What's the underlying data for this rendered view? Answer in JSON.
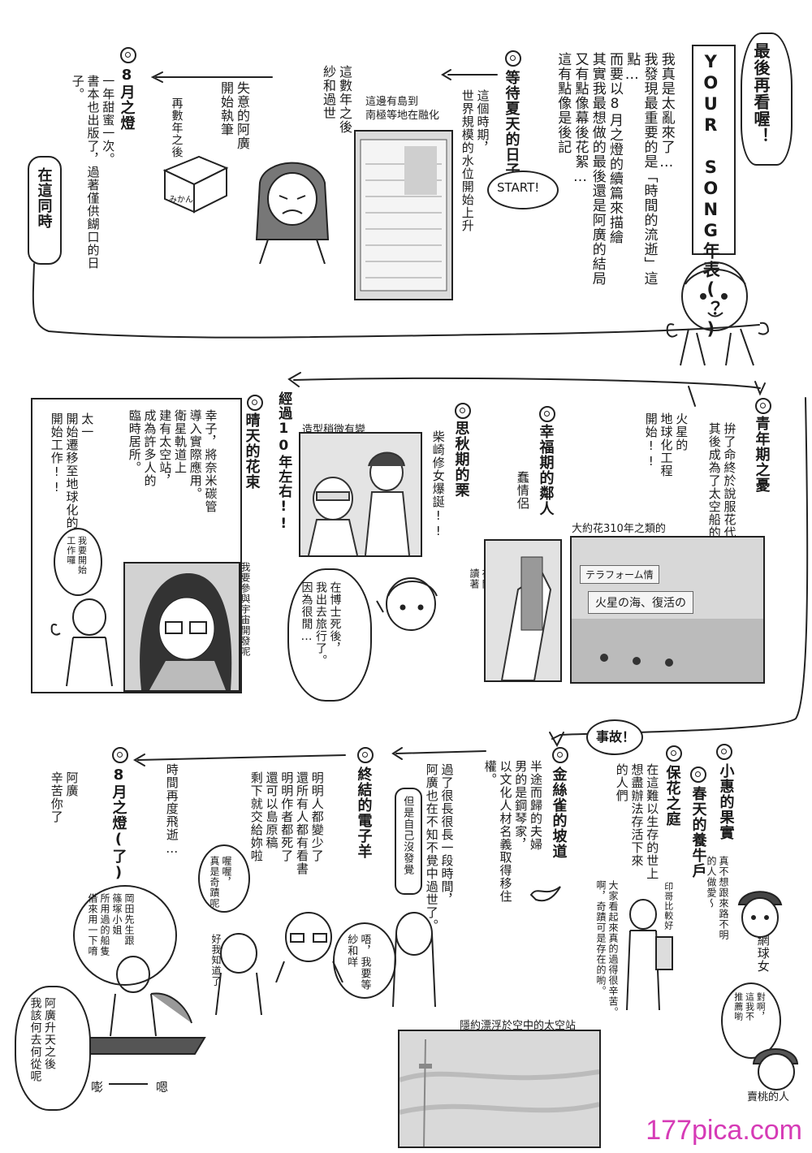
{
  "header": {
    "speech_last_look": "最後再看喔！",
    "title": "YOUR SONG年表(？)",
    "intro": [
      "這有點像是後記",
      "又有點像幕後花絮…",
      "其實我最想做的最後還是阿廣的結局",
      "而要以8月之燈的續篇來描繪",
      "我發現最重要的是「時間的流逝」這點…",
      "我真是太亂來了…"
    ]
  },
  "row1": {
    "waiting_summer": {
      "title": "等待夏天的日子",
      "body": [
        "這個時期，",
        "世界規模的水位開始上升"
      ]
    },
    "start_label": "START!",
    "panel_caption": [
      "這邊有島到",
      "南極等地在融化"
    ],
    "saya_death": [
      "這數年之後",
      "紗和過世"
    ],
    "disheartened": [
      "失意的阿廣",
      "開始執筆"
    ],
    "years_later": "再數年之後",
    "box_label": "みかん",
    "lamp": {
      "title": "8月之燈",
      "body": [
        "一年甜蜜一次。",
        "書本也出版了，過著僅供餬口的日子。"
      ]
    },
    "meanwhile": "在這同時"
  },
  "row2": {
    "youth": {
      "title": "青年期之憂",
      "body": [
        "拚了命終於說服花代的太一，",
        "其後成為了太空船的操舵士。"
      ]
    },
    "mars": [
      "火星的",
      "地球化工程",
      "開始!!"
    ],
    "happy_neighbors": {
      "title": "幸福期的鄰人",
      "body": [
        "蠢情侶"
      ]
    },
    "autumn": {
      "title": "思秋期的栗",
      "body": [
        "柴崎修女爆誕!!"
      ]
    },
    "ten_years": "經過10年左右!!",
    "design_change": "造型稍微有變",
    "hanataba": {
      "title": "晴天的花束",
      "body": [
        "幸子，將奈米碳管",
        "導入實際應用。",
        "衛星軌道上",
        "建有太空站，",
        "成為許多人的",
        "臨時居所。"
      ]
    },
    "taichi_move": [
      "太一",
      "開始遷移至地球化的火星",
      "開始工作!!"
    ],
    "taichi_speech": [
      "我要開始",
      "工作囉"
    ],
    "space_dev": "我要參與宇宙開發呢",
    "after_doctor": [
      "在博士死後，",
      "我出去旅行了。",
      "因為很閒…"
    ],
    "reading_label": [
      "在閱",
      "讀著"
    ],
    "fridge_caption": "大約花310年之類的",
    "fridge_text1": "テラフォーム情",
    "fridge_text2": "火星の海、復活の"
  },
  "row3": {
    "accident": "事故！",
    "koei": {
      "title": "小惠的果實",
      "body": [
        "真不想跟來路不明",
        "的人做愛～"
      ]
    },
    "koei_side": "印哥比較好",
    "tennis": "網球女",
    "spring": {
      "title": "春天的養牛戶"
    },
    "garden": {
      "title": "保花之庭",
      "body": [
        "在這難以生存的世上",
        "想盡辦法存活下來",
        "的人們"
      ]
    },
    "peach_seller": "賣桃的人",
    "ask_speech": [
      "對啊，",
      "這我不",
      "推薦喲"
    ],
    "musicians": [
      "大家看起來真的過得很辛苦。",
      "啊，奇蹟可是存在的喲。"
    ],
    "slope": {
      "title": "金絲雀的坡道",
      "body": [
        "半途而歸的夫婦",
        "男的是鋼琴家，",
        "以文化人材名義取得移住權。"
      ]
    },
    "long_time": [
      "過了很長很長一段時間，",
      "阿廣也在不知不覺中過世了。"
    ],
    "self_unaware": "但是自己沒發覺",
    "electron": {
      "title": "終結的電子羊",
      "body": [
        "明明人都變少了",
        "還所有人都有看書",
        "明明作者都死了",
        "還可以島原稿",
        "剩下就交給妳啦"
      ]
    },
    "saya_speech": [
      "唔，我要等",
      "紗和咩"
    ],
    "miracle_speech": [
      "喔喔，",
      "真是奇蹟呢"
    ],
    "got_it": "好我知道了",
    "okada_speech": [
      "岡田先生跟",
      "篠塚小姐",
      "所用過的船隻",
      "借來用一下唷"
    ],
    "time_flies": "時間再度飛逝…",
    "lamp3": {
      "title": "8月之燈(了)"
    },
    "thanks": [
      "阿廣",
      "辛苦你了"
    ],
    "hiro_speech": [
      "阿廣升天之後",
      "我該何去何從呢"
    ],
    "sfx_left": "嘭",
    "sfx_right": "嗯",
    "station_caption": "隱約漂浮於空中的太空站"
  },
  "watermark": "177pica.com"
}
